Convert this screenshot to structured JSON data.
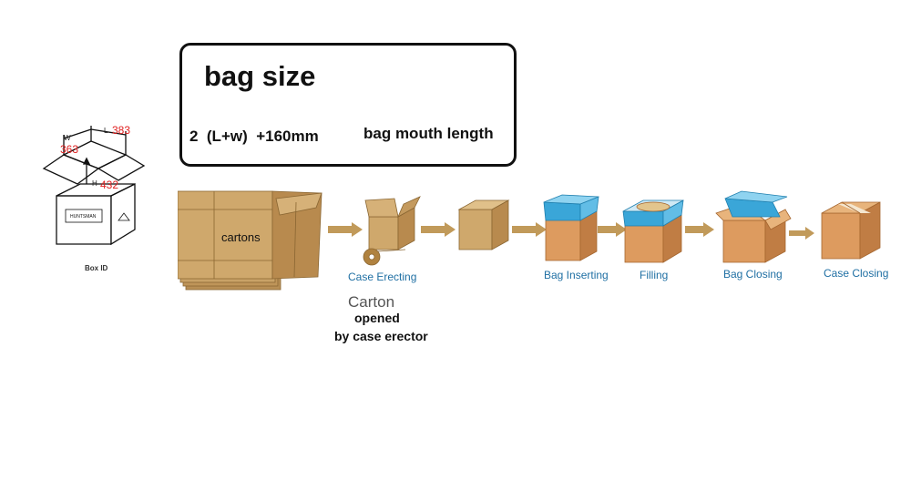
{
  "info_box": {
    "title": "bag size",
    "formula": "2  (L+w)  +160mm",
    "note": "bag mouth length"
  },
  "box_id": {
    "label": "Box ID",
    "brand": "HUNTSMAN",
    "dims": {
      "L": "383",
      "W": "363",
      "H": "432"
    },
    "dim_letters": {
      "L": "L",
      "W": "W",
      "H": "H"
    }
  },
  "cartons_label": "cartons",
  "steps": [
    {
      "label": "Case Erecting"
    },
    {
      "label": "Bag Inserting"
    },
    {
      "label": "Filling"
    },
    {
      "label": "Bag Closing"
    },
    {
      "label": "Case Closing"
    }
  ],
  "carton_note": {
    "line1": "Carton",
    "line2": "opened",
    "line3": "by case erector"
  },
  "colors": {
    "cardboard": "#c9a267",
    "cardboard_dark": "#a57c43",
    "box_orange": "#dd9b5f",
    "bag_blue": "#3aa6d8",
    "arrow": "#c19a5a",
    "label_blue": "#1f6fa3"
  }
}
